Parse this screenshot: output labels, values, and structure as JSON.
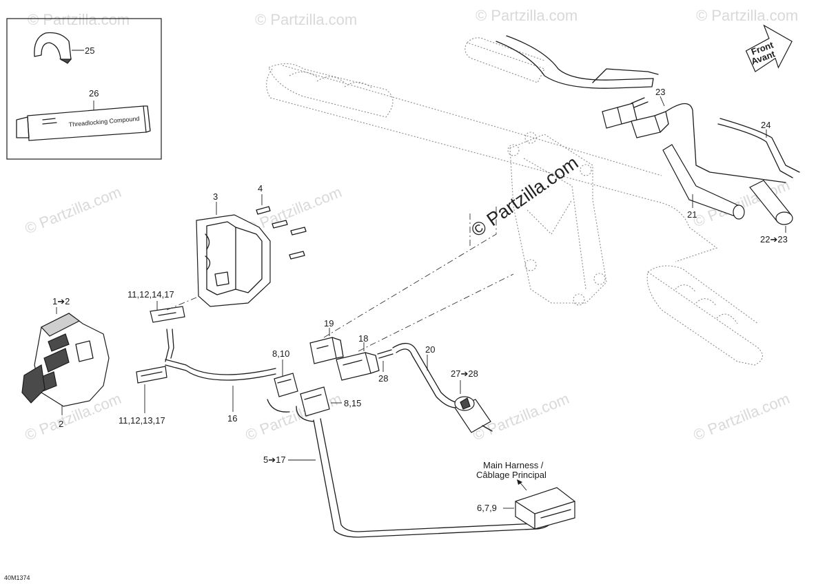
{
  "diagram": {
    "code": "40M1374",
    "watermark": "© Partzilla.com",
    "direction_arrow": {
      "line1": "Front",
      "line2": "Avant"
    },
    "main_harness_note": {
      "line1": "Main Harness /",
      "line2": "Câblage Principal"
    },
    "callouts": {
      "c25": "25",
      "c26": "26",
      "c23_top": "23",
      "c24": "24",
      "c21": "21",
      "c22_23": "22➔23",
      "c3": "3",
      "c4": "4",
      "c1_2": "1➔2",
      "c2": "2",
      "c11_12_14_17": "11,12,14,17",
      "c11_12_13_17": "11,12,13,17",
      "c16": "16",
      "c19": "19",
      "c18": "18",
      "c8_10": "8,10",
      "c8_15": "8,15",
      "c28": "28",
      "c20": "20",
      "c27_28": "27➔28",
      "c5_17": "5➔17",
      "c6_7_9": "6,7,9"
    },
    "tube_label": {
      "line1": "Threadlocking Compound"
    }
  }
}
